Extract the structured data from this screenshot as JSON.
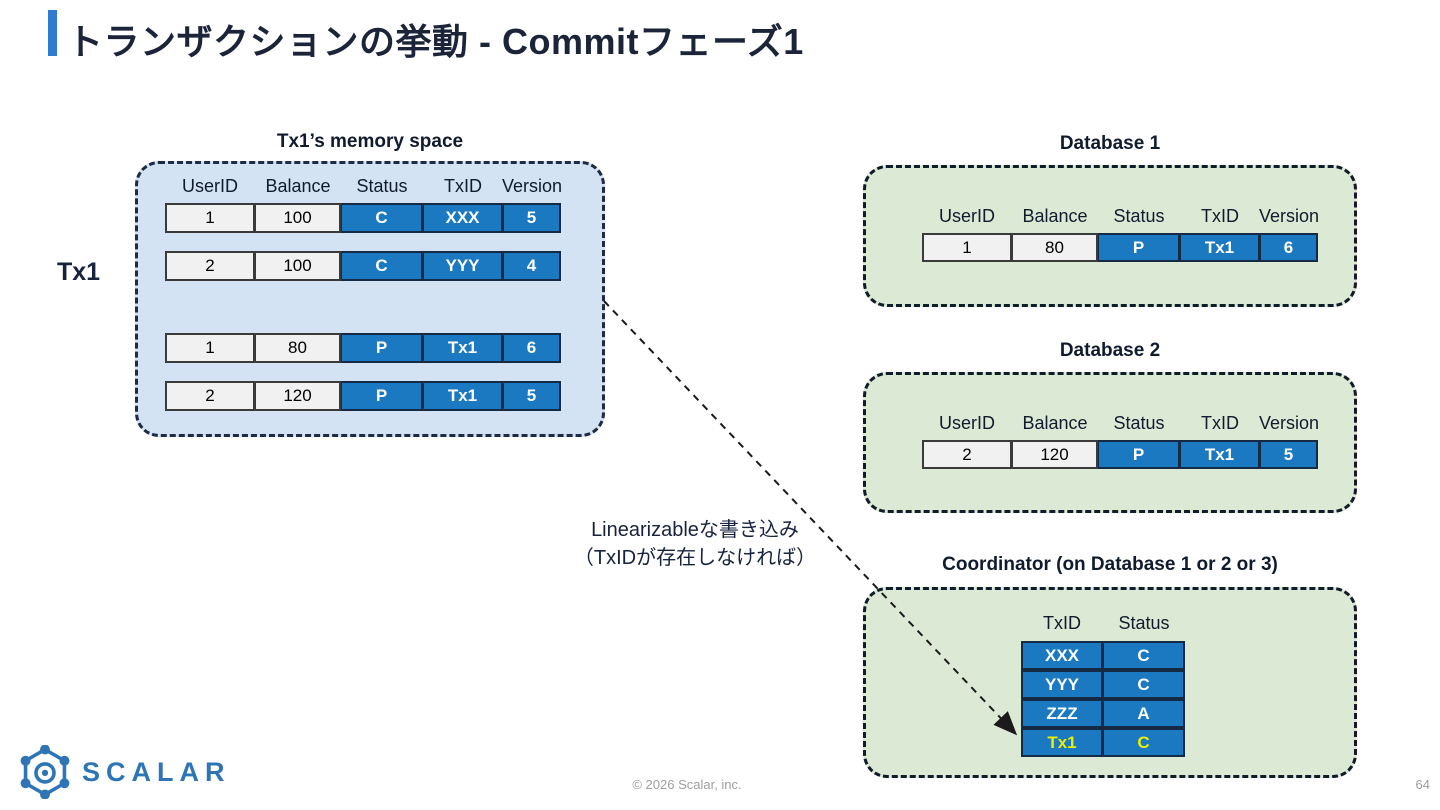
{
  "slide": {
    "title": "トランザクションの挙動 - Commitフェーズ1",
    "page_number": "64",
    "copyright": "© 2026 Scalar, inc."
  },
  "tx_label": "Tx1",
  "memory": {
    "title": "Tx1’s memory space",
    "headers": [
      "UserID",
      "Balance",
      "Status",
      "TxID",
      "Version"
    ],
    "rows": [
      [
        "1",
        "100",
        "C",
        "XXX",
        "5"
      ],
      [
        "2",
        "100",
        "C",
        "YYY",
        "4"
      ],
      [
        "1",
        "80",
        "P",
        "Tx1",
        "6"
      ],
      [
        "2",
        "120",
        "P",
        "Tx1",
        "5"
      ]
    ]
  },
  "database1": {
    "title": "Database 1",
    "headers": [
      "UserID",
      "Balance",
      "Status",
      "TxID",
      "Version"
    ],
    "row": [
      "1",
      "80",
      "P",
      "Tx1",
      "6"
    ]
  },
  "database2": {
    "title": "Database 2",
    "headers": [
      "UserID",
      "Balance",
      "Status",
      "TxID",
      "Version"
    ],
    "row": [
      "2",
      "120",
      "P",
      "Tx1",
      "5"
    ]
  },
  "coordinator": {
    "title": "Coordinator (on Database 1 or 2 or 3)",
    "headers": [
      "TxID",
      "Status"
    ],
    "rows": [
      [
        "XXX",
        "C"
      ],
      [
        "YYY",
        "C"
      ],
      [
        "ZZZ",
        "A"
      ],
      [
        "Tx1",
        "C"
      ]
    ],
    "highlighted_txid": "Tx1"
  },
  "annotation": {
    "line1": "Linearizableな書き込み",
    "line2": "（TxIDが存在しなければ）"
  },
  "logo": {
    "text": "SCALAR"
  },
  "colors": {
    "accent_blue": "#2e7bd1",
    "cell_blue": "#1b79c1",
    "memory_fill": "#d3e3f4",
    "database_fill": "#dcead5",
    "title_navy": "#1b2438",
    "highlight_yellow": "#e8f000",
    "logo_blue": "#2e75b6",
    "footer_gray": "#9e9e9e"
  }
}
